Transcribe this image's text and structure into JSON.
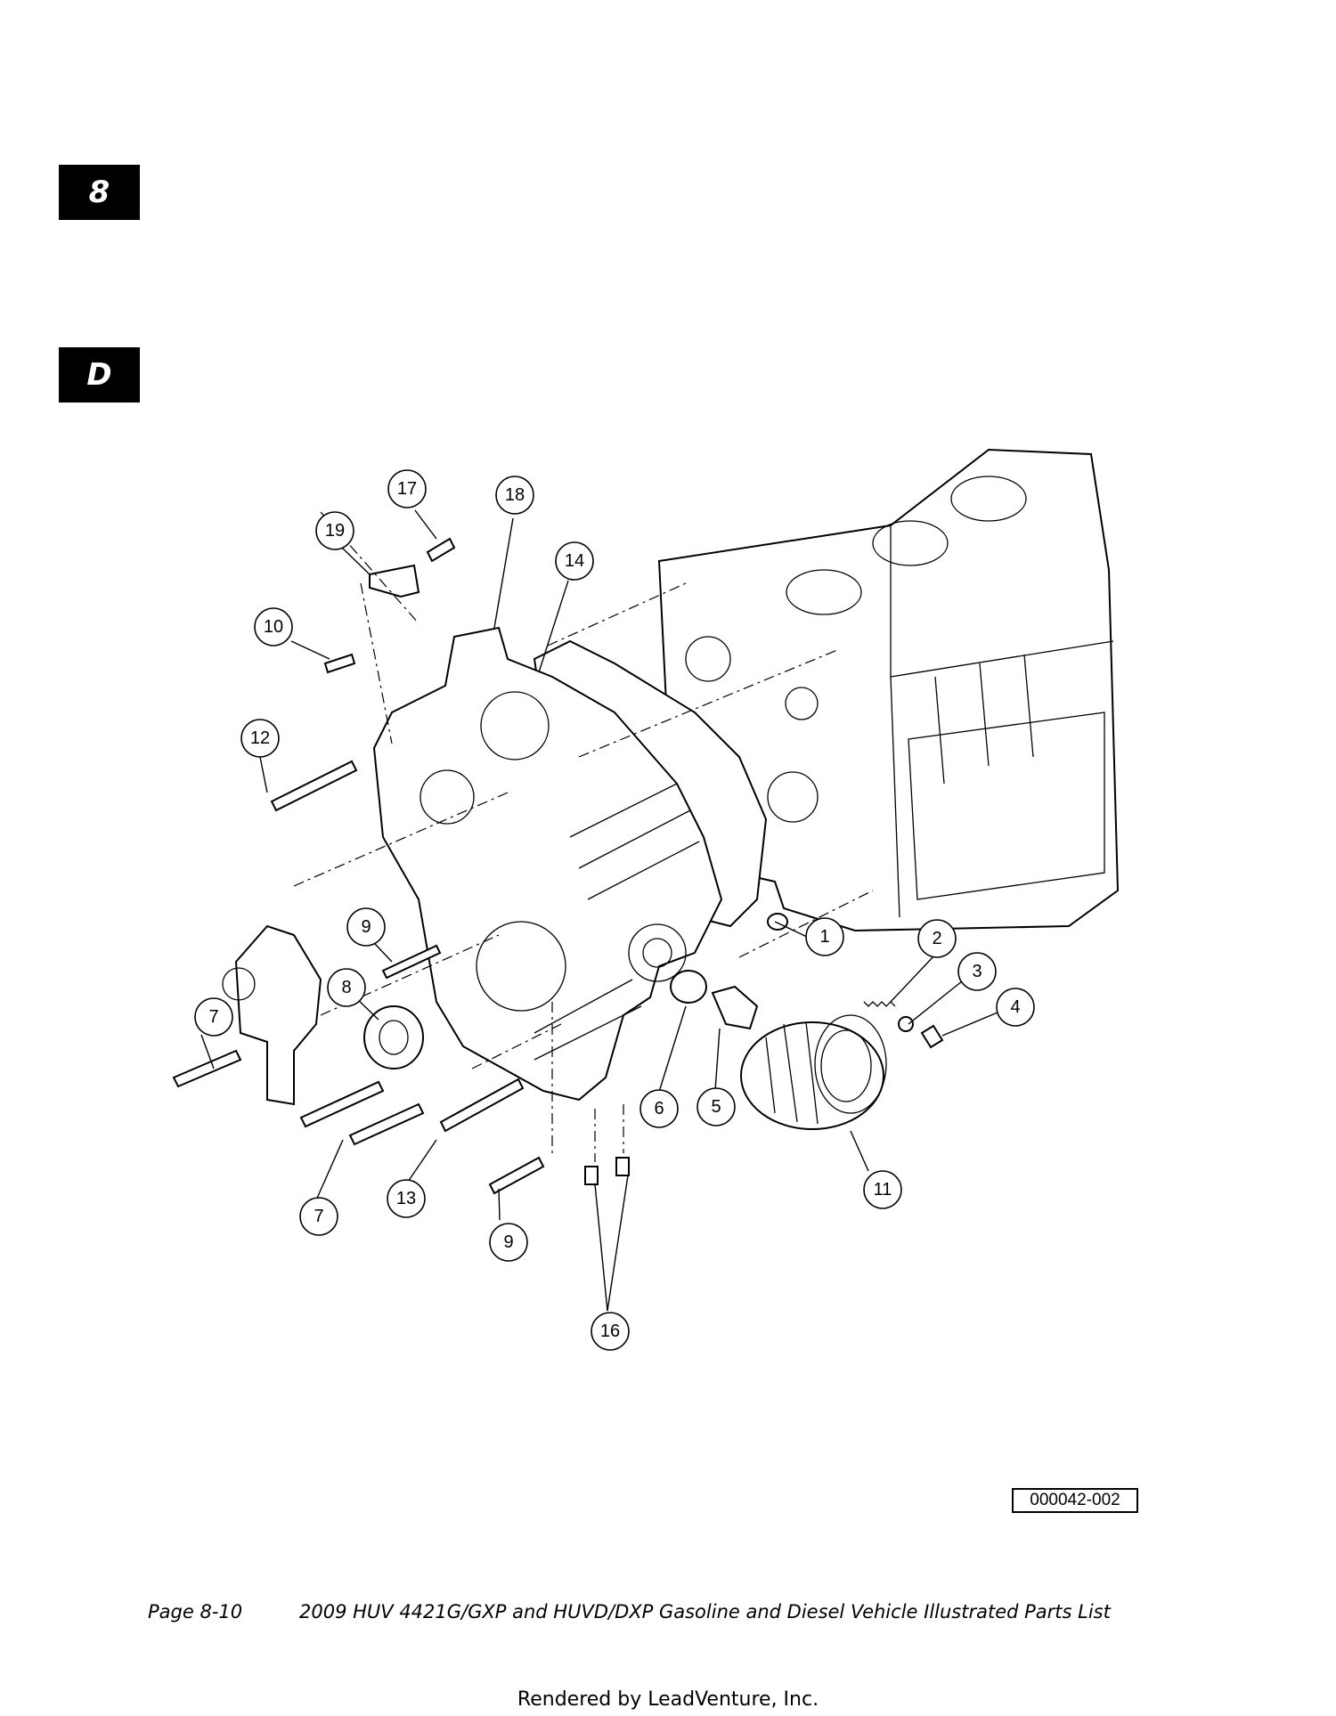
{
  "section_tabs": {
    "chapter": "8",
    "section": "D"
  },
  "callouts": [
    "1",
    "2",
    "3",
    "4",
    "5",
    "6",
    "7",
    "7",
    "8",
    "9",
    "9",
    "10",
    "11",
    "12",
    "13",
    "14",
    "16",
    "17",
    "18",
    "19"
  ],
  "figure_id": "000042-002",
  "footer": {
    "page": "Page 8-10",
    "title": "2009 HUV 4421G/GXP and HUVD/DXP Gasoline and Diesel Vehicle Illustrated Parts List"
  },
  "rendered_by": "Rendered by LeadVenture, Inc."
}
